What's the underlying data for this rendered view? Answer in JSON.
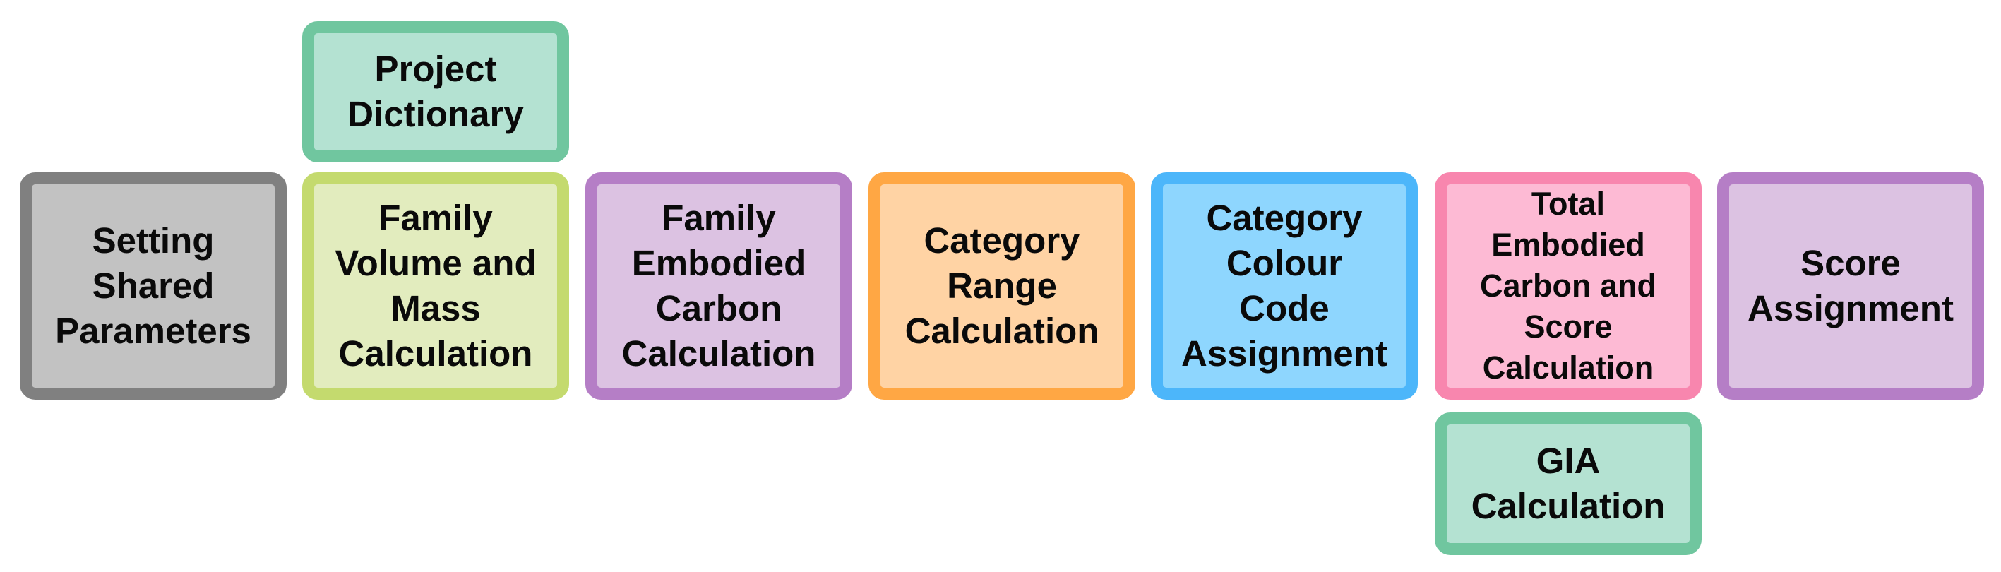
{
  "diagram": {
    "nodes": [
      {
        "id": "setting-shared",
        "label": "Setting\nShared\nParameters",
        "border_color": "#808080",
        "fill_color": "#c2c2c2"
      },
      {
        "id": "project-dict",
        "label": "Project\nDictionary",
        "border_color": "#70c69f",
        "fill_color": "#b4e2d2"
      },
      {
        "id": "family-volume",
        "label": "Family\nVolume and\nMass\nCalculation",
        "border_color": "#c4da6e",
        "fill_color": "#e2ecbe"
      },
      {
        "id": "family-embodied",
        "label": "Family\nEmbodied\nCarbon\nCalculation",
        "border_color": "#b57ec6",
        "fill_color": "#dcc2e2"
      },
      {
        "id": "category-range",
        "label": "Category\nRange\nCalculation",
        "border_color": "#ffa744",
        "fill_color": "#ffd3a4"
      },
      {
        "id": "category-colour",
        "label": "Category\nColour\nCode\nAssignment",
        "border_color": "#4cb6fa",
        "fill_color": "#8ed6fe"
      },
      {
        "id": "total-embodied",
        "label": "Total\nEmbodied\nCarbon and\nScore\nCalculation",
        "border_color": "#f886ae",
        "fill_color": "#fdbad4"
      },
      {
        "id": "gia-calc",
        "label": "GIA\nCalculation",
        "border_color": "#70c69f",
        "fill_color": "#b4e2d2"
      },
      {
        "id": "score-assign",
        "label": "Score\nAssignment",
        "border_color": "#b57ec6",
        "fill_color": "#dcc2e2"
      }
    ]
  }
}
